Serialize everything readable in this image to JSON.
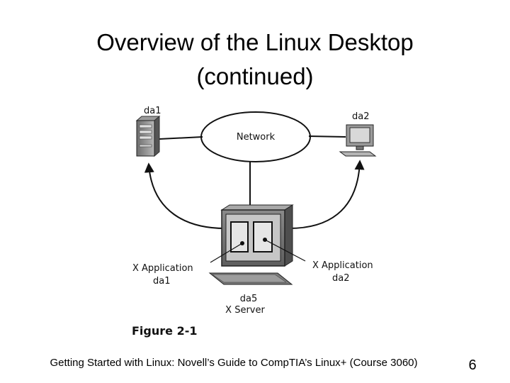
{
  "slide": {
    "title_line1": "Overview of the Linux Desktop",
    "title_line2": "(continued)",
    "footer": "Getting Started with Linux: Novell’s Guide to CompTIA’s Linux+ (Course 3060)",
    "page_number": "6"
  },
  "diagram": {
    "network_label": "Network",
    "host_da1_label": "da1",
    "host_da2_label": "da2",
    "app_left_line1": "X Application",
    "app_left_line2": "da1",
    "app_right_line1": "X Application",
    "app_right_line2": "da2",
    "server_line1": "da5",
    "server_line2": "X Server",
    "figure_caption": "Figure 2-1"
  }
}
